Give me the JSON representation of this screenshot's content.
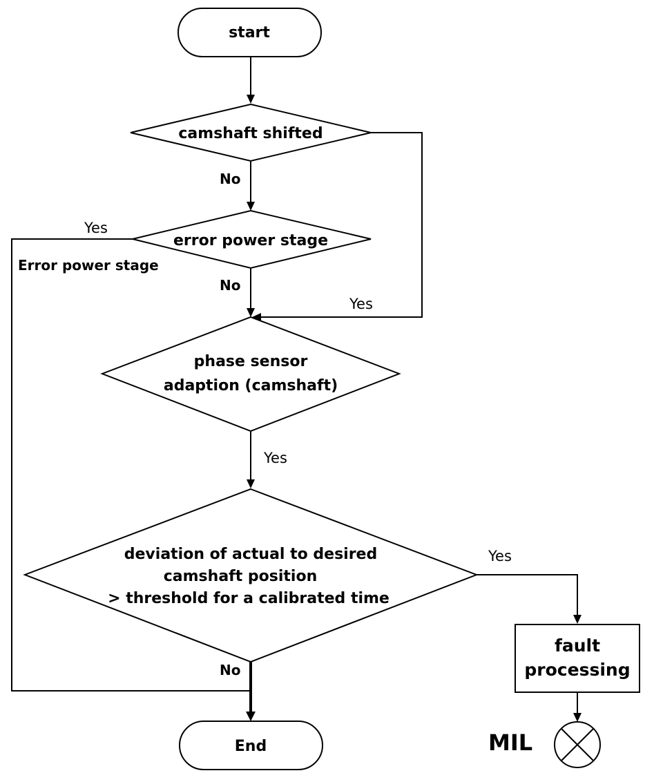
{
  "nodes": {
    "start": "start",
    "camshaft_shifted": "camshaft shifted",
    "error_power_stage": "error power stage",
    "phase_sensor": [
      "phase sensor",
      "adaption (camshaft)"
    ],
    "deviation": [
      "deviation of actual to desired",
      "camshaft position",
      "> threshold for a calibrated time"
    ],
    "fault_processing": [
      "fault",
      "processing"
    ],
    "end": "End"
  },
  "edges": {
    "camshaft_no": "No",
    "error_yes": "Yes",
    "error_power_stage_label": "Error power stage",
    "error_no": "No",
    "camshaft_yes": "Yes",
    "phase_yes": "Yes",
    "deviation_yes": "Yes",
    "deviation_no": "No"
  },
  "indicator": {
    "label": "MIL",
    "icon": "lamp-cross-icon"
  }
}
